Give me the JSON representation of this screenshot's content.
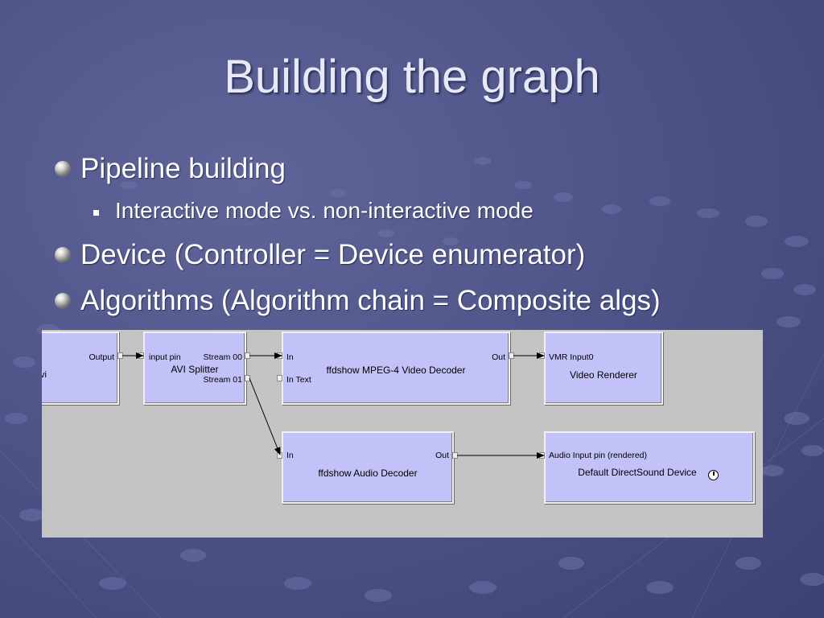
{
  "slide": {
    "title": "Building the graph",
    "bullets": [
      {
        "text": "Pipeline building",
        "level": 1
      },
      {
        "text": "Interactive mode vs. non-interactive mode",
        "level": 2
      },
      {
        "text": "Device (Controller = Device enumerator)",
        "level": 1
      },
      {
        "text": "Algorithms (Algorithm chain = Composite algs)",
        "level": 1
      }
    ]
  },
  "graph": {
    "source_filter": {
      "name_fragment": "vi",
      "output_pin": "Output"
    },
    "avi_splitter": {
      "name": "AVI Splitter",
      "input_pin": "input pin",
      "out_pin_0": "Stream 00",
      "out_pin_1": "Stream 01"
    },
    "video_decoder": {
      "name": "ffdshow MPEG-4 Video Decoder",
      "in_pin": "In",
      "in_text_pin": "In Text",
      "out_pin": "Out"
    },
    "video_renderer": {
      "name": "Video Renderer",
      "in_pin": "VMR Input0"
    },
    "audio_decoder": {
      "name": "ffdshow Audio Decoder",
      "in_pin": "In",
      "out_pin": "Out"
    },
    "sound_device": {
      "name": "Default DirectSound Device",
      "in_pin": "Audio Input pin (rendered)",
      "icon": "clock-icon"
    }
  },
  "colors": {
    "slide_background": "#4f5589",
    "graph_background": "#c4c4c4",
    "filter_fill": "#c2c2f8"
  }
}
